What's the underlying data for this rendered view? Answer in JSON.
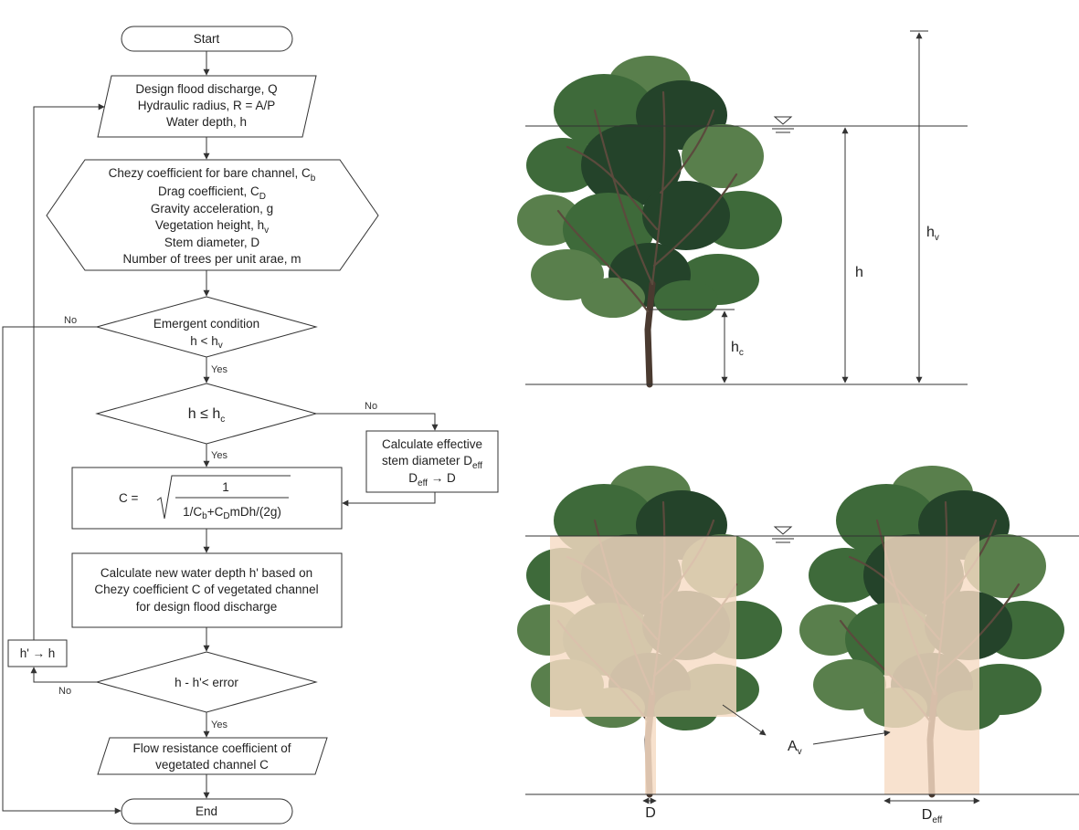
{
  "flowchart": {
    "start": "Start",
    "input1": [
      "Design flood discharge, Q",
      "Hydraulic radius, R = A/P",
      "Water depth, h"
    ],
    "input2": {
      "chezy_bare": "Chezy coefficient for bare channel, C",
      "chezy_bare_sub": "b",
      "drag": "Drag coefficient, C",
      "drag_sub": "D",
      "gravity": "Gravity acceleration, g",
      "veg_height": "Vegetation height, h",
      "veg_height_sub": "v",
      "stem": "Stem diameter, D",
      "trees": "Number of trees per unit arae, m"
    },
    "emergent": {
      "line1": "Emergent condition",
      "line2": "h < h",
      "line2_sub": "v"
    },
    "h_le_hc": {
      "text": "h ≤ h",
      "sub": "c"
    },
    "deff_box": {
      "line1": "Calculate effective",
      "line2": "stem diameter D",
      "line2_sub": "eff",
      "line3_a": "D",
      "line3_sub": "eff",
      "line3_b": " → D"
    },
    "formula": {
      "lhs": "C =",
      "numerator": "1",
      "den_a": "1/C",
      "den_sub1": "b",
      "den_b": "+C",
      "den_sub2": "D",
      "den_c": "mDh/(2g)"
    },
    "newdepth": [
      "Calculate new water depth h' based on",
      "Chezy coefficient C of vegetated channel",
      "for design flood discharge"
    ],
    "update": "h' → h",
    "error_check": "h - h'< error",
    "output": [
      "Flow resistance coefficient of",
      "vegetated channel C"
    ],
    "end": "End",
    "yes": "Yes",
    "no": "No"
  },
  "illustration": {
    "h": "h",
    "hv": "h",
    "hv_sub": "v",
    "hc": "h",
    "hc_sub": "c",
    "av": "A",
    "av_sub": "v",
    "d": "D",
    "deff": "D",
    "deff_sub": "eff"
  },
  "colors": {
    "line": "#333333",
    "shaded_area": "#f6dcc4",
    "foliage": "#3e6a3a",
    "trunk": "#4a3a30"
  }
}
